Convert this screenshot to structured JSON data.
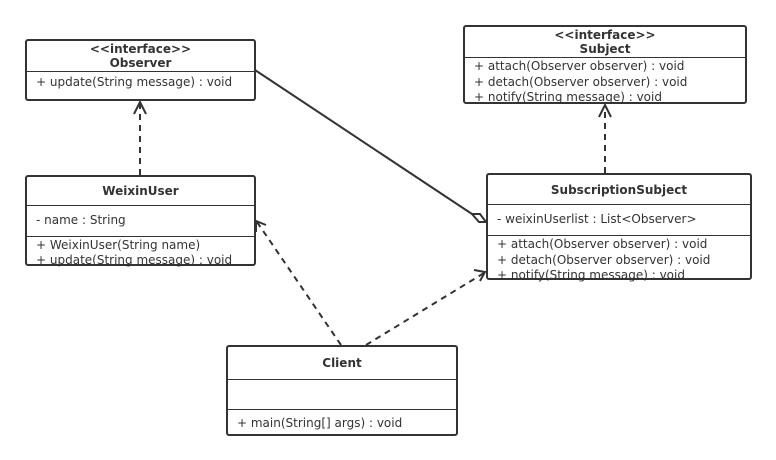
{
  "classes": {
    "observer": {
      "stereotype": "<<interface>>",
      "name": "Observer",
      "methods": [
        "+ update(String message) : void"
      ]
    },
    "subject": {
      "stereotype": "<<interface>>",
      "name": "Subject",
      "methods": [
        "+ attach(Observer observer) : void",
        "+ detach(Observer observer) : void",
        "+ notify(String message) : void"
      ]
    },
    "weixinuser": {
      "name": "WeixinUser",
      "attributes": [
        "- name : String"
      ],
      "methods": [
        "+ WeixinUser(String name)",
        "+ update(String message) : void"
      ]
    },
    "subscription": {
      "name": "SubscriptionSubject",
      "attributes": [
        "- weixinUserlist : List<Observer>"
      ],
      "methods": [
        "+ attach(Observer observer) : void",
        "+ detach(Observer observer) : void",
        "+ notify(String message) : void"
      ]
    },
    "client": {
      "name": "Client",
      "attributes": [],
      "methods": [
        "+ main(String[] args) : void"
      ]
    }
  },
  "relations": [
    {
      "from": "WeixinUser",
      "to": "Observer",
      "type": "realization"
    },
    {
      "from": "SubscriptionSubject",
      "to": "Subject",
      "type": "realization"
    },
    {
      "from": "SubscriptionSubject",
      "to": "Observer",
      "type": "aggregation"
    },
    {
      "from": "Client",
      "to": "WeixinUser",
      "type": "dependency"
    },
    {
      "from": "Client",
      "to": "SubscriptionSubject",
      "type": "dependency"
    }
  ]
}
